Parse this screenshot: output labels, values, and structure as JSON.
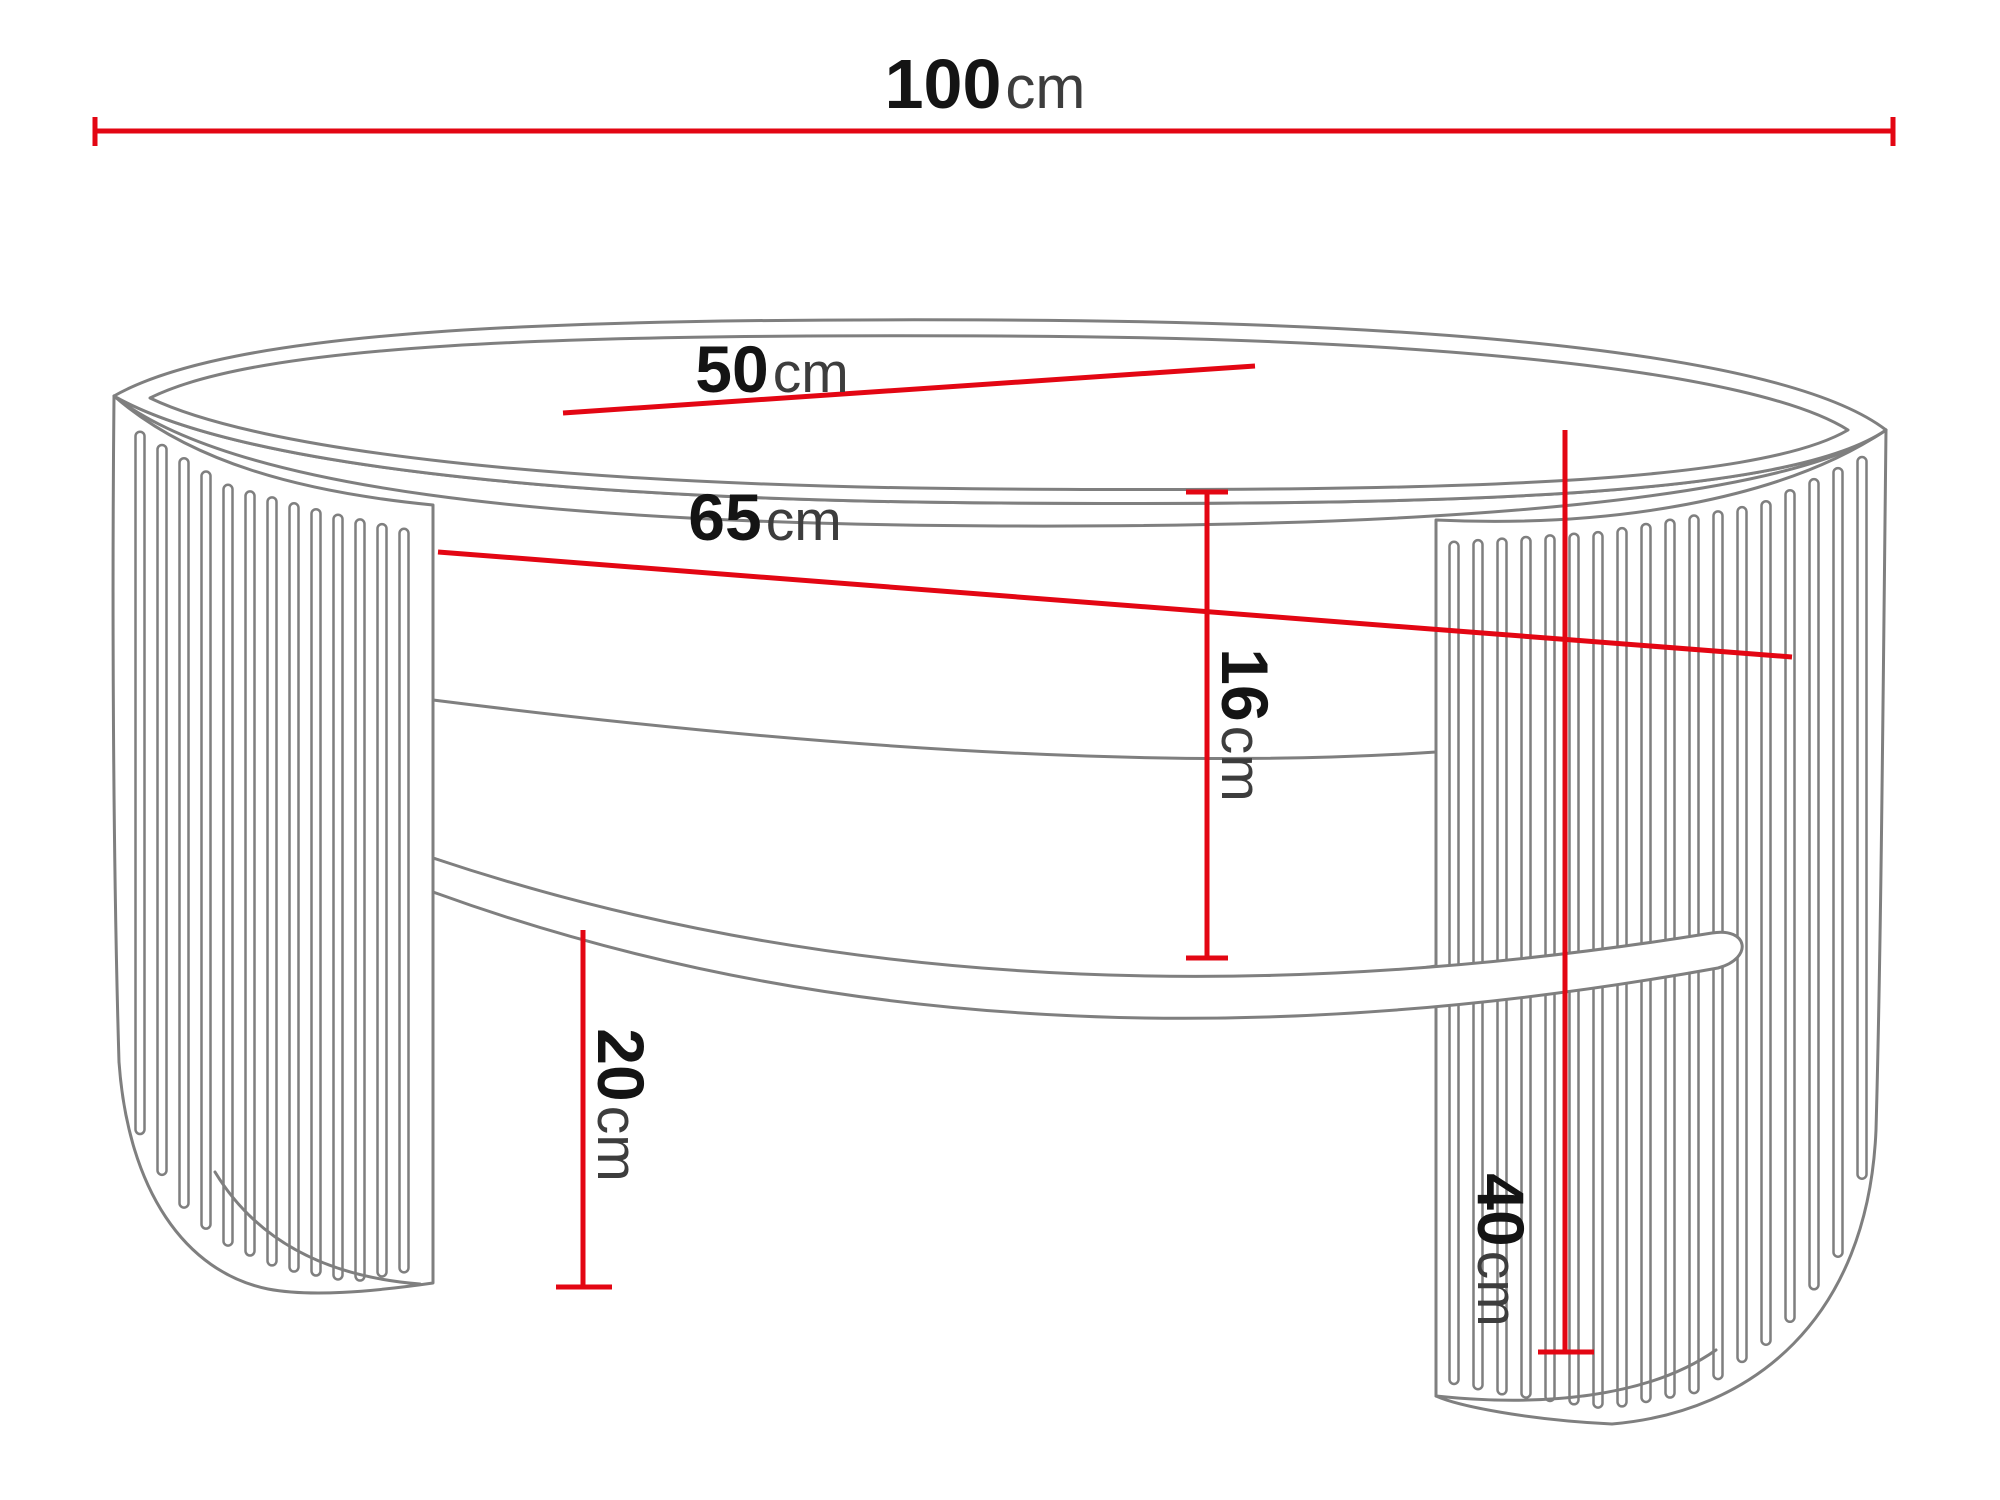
{
  "figure": {
    "kind": "furniture-dimension-diagram",
    "subject": "oval coffee table with slatted side panels and lower shelf"
  },
  "colors": {
    "dimension": "#e30613",
    "outline": "#7f7f7f",
    "text": "#141414",
    "text_soft": "#3d3d3d",
    "background": "#ffffff"
  },
  "dimensions": {
    "width": {
      "value": "100",
      "unit": "cm"
    },
    "depth": {
      "value": "50",
      "unit": "cm"
    },
    "inner_width": {
      "value": "65",
      "unit": "cm"
    },
    "shelf_gap": {
      "value": "16",
      "unit": "cm"
    },
    "clearance": {
      "value": "20",
      "unit": "cm"
    },
    "height": {
      "value": "40",
      "unit": "cm"
    }
  }
}
